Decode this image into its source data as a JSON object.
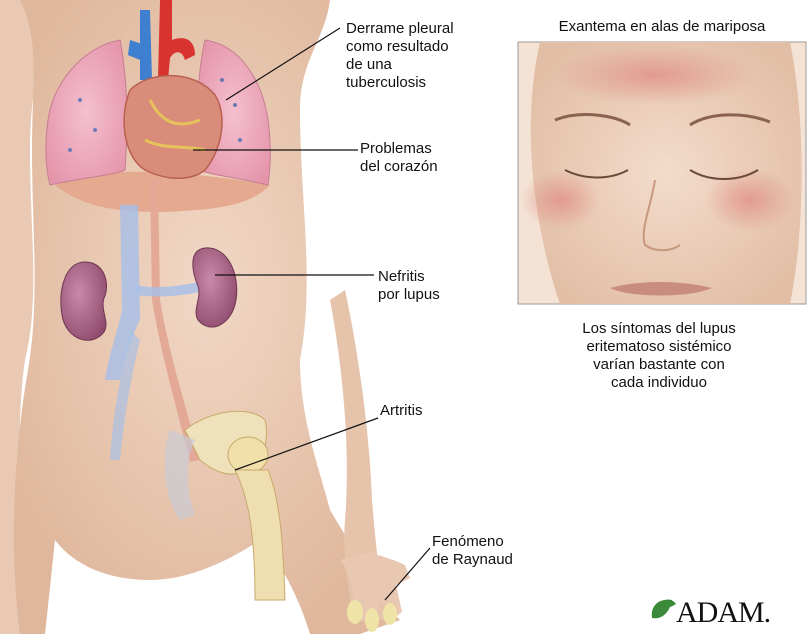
{
  "labels": {
    "pleural": "Derrame pleural\ncomo resultado\nde una\ntuberculosis",
    "heart": "Problemas\ndel corazón",
    "nephritis": "Nefritis\npor lupus",
    "arthritis": "Artritis",
    "raynaud": "Fenómeno\nde Raynaud"
  },
  "photo": {
    "title": "Exantema en alas de mariposa",
    "caption": "Los síntomas del lupus\neritematoso sistémico\nvarían bastante con\ncada individuo"
  },
  "logo": "ADAM."
}
